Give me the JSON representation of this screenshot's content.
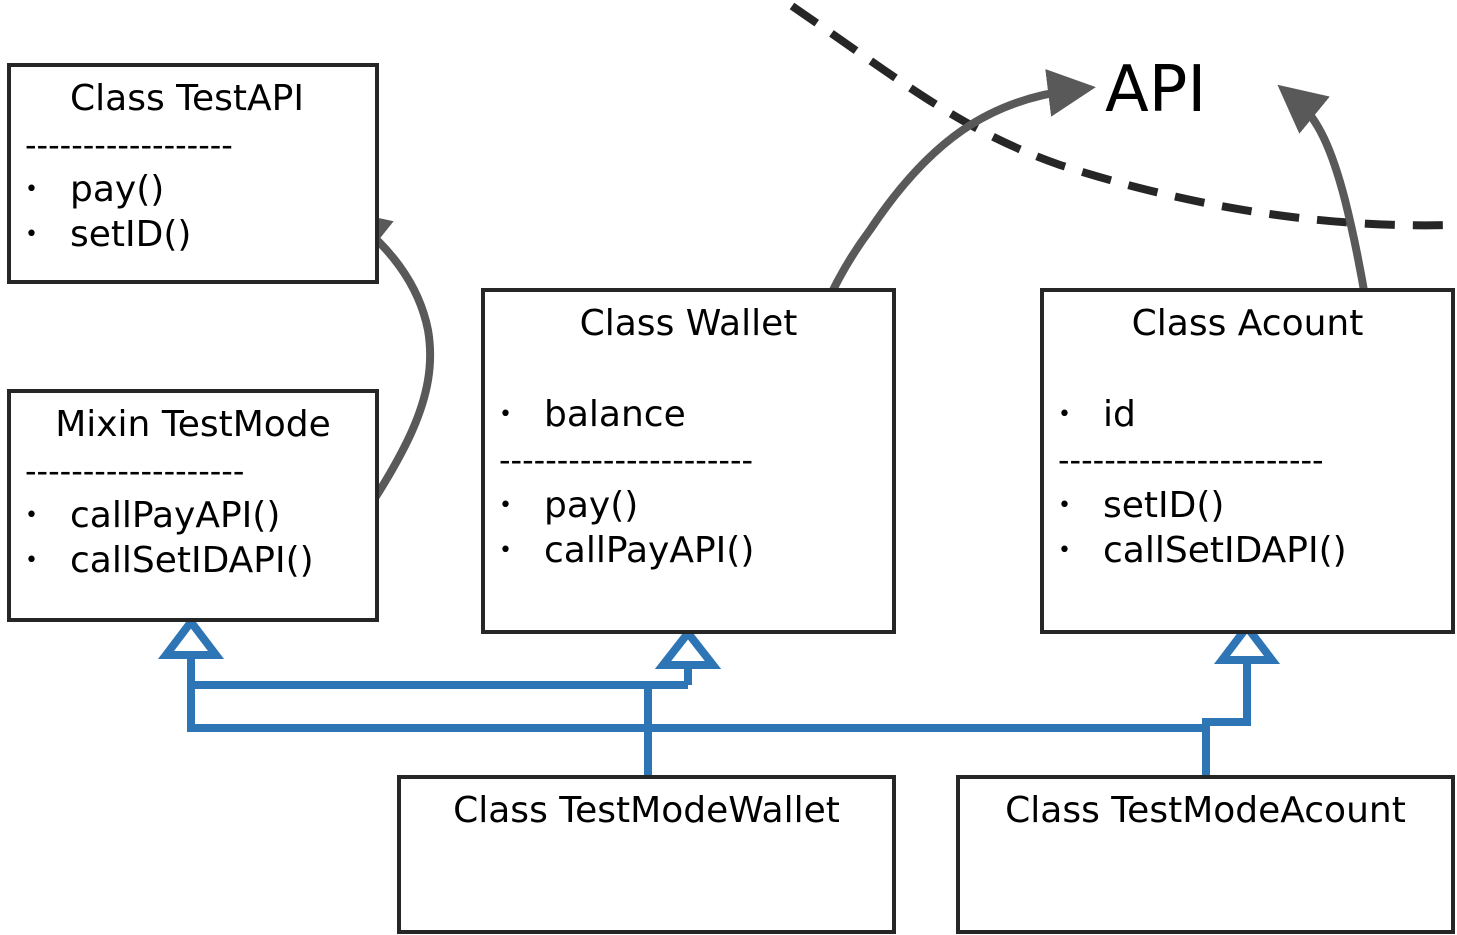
{
  "api_label": "API",
  "bullet": "•",
  "test_api": {
    "title": "Class TestAPI",
    "separator": "------------------",
    "methods": [
      "pay()",
      "setID()"
    ]
  },
  "test_mode": {
    "title": "Mixin TestMode",
    "separator": "-------------------",
    "methods": [
      "callPayAPI()",
      "callSetIDAPI()"
    ]
  },
  "wallet": {
    "title": "Class Wallet",
    "fields": [
      "balance"
    ],
    "separator": "----------------------",
    "methods": [
      "pay()",
      "callPayAPI()"
    ]
  },
  "acount": {
    "title": "Class Acount",
    "fields": [
      "id"
    ],
    "separator": "-----------------------",
    "methods": [
      "setID()",
      "callSetIDAPI()"
    ]
  },
  "test_mode_wallet": {
    "title": "Class TestModeWallet"
  },
  "test_mode_acount": {
    "title": "Class TestModeAcount"
  },
  "colors": {
    "inheritance": "#2e75b6",
    "call_arrow": "#595959",
    "boundary": "#262626",
    "border": "#262626"
  }
}
